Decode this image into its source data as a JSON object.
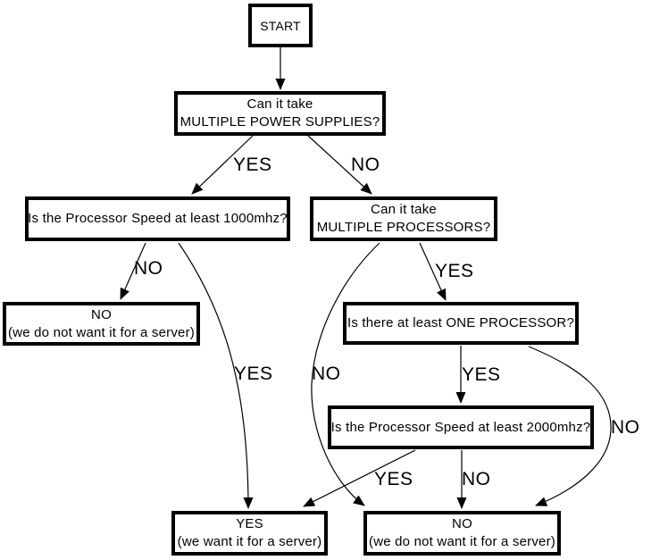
{
  "diagram": {
    "background_color": "#ffffff",
    "stroke_color": "#000000",
    "text_color": "#000000",
    "nodes": {
      "start": {
        "label": "START"
      },
      "power_supplies": {
        "line1": "Can it take",
        "line2": "MULTIPLE POWER SUPPLIES?"
      },
      "speed_1000": {
        "label": "Is the Processor Speed at least 1000mhz?"
      },
      "multiple_processors": {
        "line1": "Can it take",
        "line2": "MULTIPLE PROCESSORS?"
      },
      "reject_mid": {
        "line1": "NO",
        "line2": "(we do not want it for a server)"
      },
      "one_processor": {
        "label": "Is there at least ONE PROCESSOR?"
      },
      "speed_2000": {
        "label": "Is the Processor Speed at least 2000mhz?"
      },
      "accept_final": {
        "line1": "YES",
        "line2": "(we want it for a server)"
      },
      "reject_final": {
        "line1": "NO",
        "line2": "(we do not want it for a server)"
      }
    },
    "edges": {
      "start_to_power": {
        "from": "start",
        "to": "power_supplies"
      },
      "power_yes": {
        "from": "power_supplies",
        "to": "speed_1000",
        "label": "YES"
      },
      "power_no": {
        "from": "power_supplies",
        "to": "multiple_processors",
        "label": "NO"
      },
      "speed1000_no": {
        "from": "speed_1000",
        "to": "reject_mid",
        "label": "NO"
      },
      "speed1000_yes": {
        "from": "speed_1000",
        "to": "accept_final",
        "label": "YES"
      },
      "multiproc_yes": {
        "from": "multiple_processors",
        "to": "one_processor",
        "label": "YES"
      },
      "multiproc_no": {
        "from": "multiple_processors",
        "to": "reject_final",
        "label": "NO"
      },
      "oneproc_yes": {
        "from": "one_processor",
        "to": "speed_2000",
        "label": "YES"
      },
      "oneproc_no": {
        "from": "one_processor",
        "to": "reject_final",
        "label": "NO"
      },
      "speed2000_yes": {
        "from": "speed_2000",
        "to": "accept_final",
        "label": "YES"
      },
      "speed2000_no": {
        "from": "speed_2000",
        "to": "reject_final",
        "label": "NO"
      }
    }
  }
}
